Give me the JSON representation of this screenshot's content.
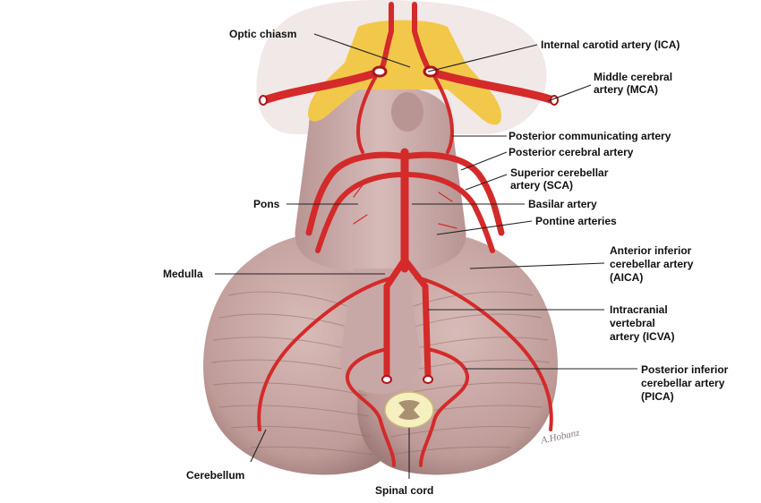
{
  "labels": {
    "optic_chiasm": "Optic chiasm",
    "ica": "Internal carotid artery (ICA)",
    "mca_line1": "Middle cerebral",
    "mca_line2": "artery (MCA)",
    "pcom": "Posterior communicating artery",
    "pca": "Posterior cerebral artery",
    "sca_line1": "Superior cerebellar",
    "sca_line2": "artery (SCA)",
    "pons": "Pons",
    "basilar": "Basilar artery",
    "pontine": "Pontine arteries",
    "medulla": "Medulla",
    "aica_line1": "Anterior inferior",
    "aica_line2": "cerebellar artery",
    "aica_line3": "(AICA)",
    "icva_line1": "Intracranial",
    "icva_line2": "vertebral",
    "icva_line3": "artery (ICVA)",
    "pica_line1": "Posterior inferior",
    "pica_line2": "cerebellar artery",
    "pica_line3": "(PICA)",
    "cerebellum": "Cerebellum",
    "spinal_cord": "Spinal cord"
  },
  "signature": "A.Hobanz",
  "colors": {
    "artery": "#d42a2a",
    "artery_dark": "#a81818",
    "brain_tissue": "#c9a9a7",
    "brain_shadow": "#9e7e7c",
    "optic_chiasm": "#f2c84b",
    "spinal_cord": "#f6efc0",
    "leader_line": "#222222"
  }
}
